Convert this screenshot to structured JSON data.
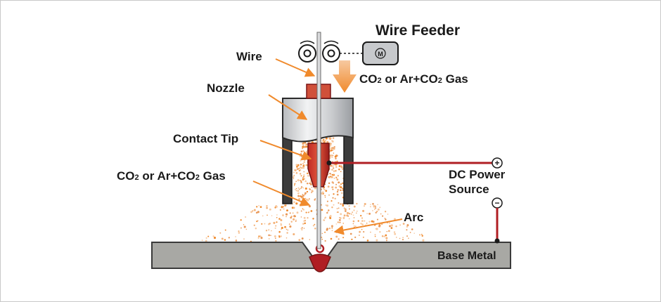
{
  "labels": {
    "wire_feeder": "Wire Feeder",
    "wire": "Wire",
    "nozzle": "Nozzle",
    "contact_tip": "Contact Tip",
    "gas_top": {
      "a": "CO",
      "sub1": "2",
      "b": " or Ar+CO",
      "sub2": "2",
      "c": " Gas"
    },
    "gas_left": {
      "a": "CO",
      "sub1": "2",
      "b": " or Ar+CO",
      "sub2": "2",
      "c": " Gas"
    },
    "dc_power_1": "DC Power",
    "dc_power_2": "Source",
    "arc": "Arc",
    "base_metal": "Base Metal",
    "motor_symbol": "M",
    "plus": "+",
    "minus": "−"
  },
  "colors": {
    "red": "#b01e23",
    "orange": "#f08a2c",
    "nozzle_grey": "#c7c9cc",
    "metal_grey": "#a8a8a4",
    "dark": "#1a1a1a"
  }
}
